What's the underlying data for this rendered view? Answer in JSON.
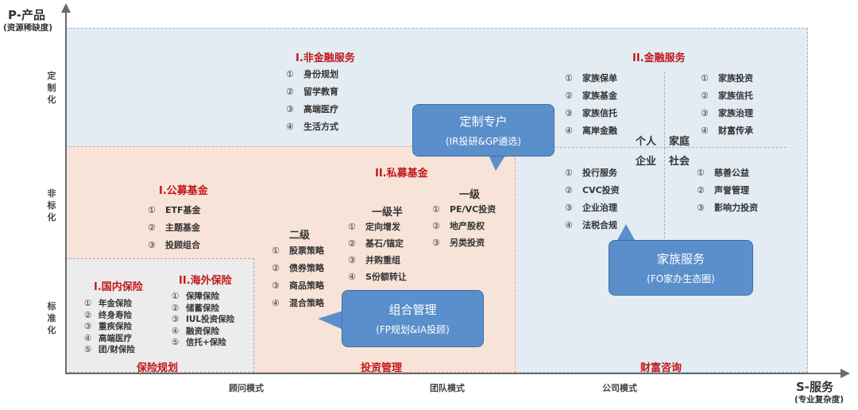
{
  "axes": {
    "y_title": "P-产品",
    "y_subtitle": "(资源稀缺度)",
    "x_title": "S-服务",
    "x_subtitle": "(专业复杂度)",
    "y_labels": [
      "定制化",
      "非标化",
      "标准化"
    ],
    "x_labels": [
      "顾问模式",
      "团队模式",
      "公司模式"
    ]
  },
  "non_financial": {
    "title": "I.非金融服务",
    "items": [
      {
        "n": "①",
        "t": "身份规划"
      },
      {
        "n": "②",
        "t": "留学教育"
      },
      {
        "n": "③",
        "t": "高端医疗"
      },
      {
        "n": "④",
        "t": "生活方式"
      }
    ]
  },
  "financial": {
    "title": "II.金融服务",
    "left_top": [
      {
        "n": "①",
        "t": "家族保单"
      },
      {
        "n": "②",
        "t": "家族基金"
      },
      {
        "n": "③",
        "t": "家族信托"
      },
      {
        "n": "④",
        "t": "离岸金融"
      }
    ],
    "right_top": [
      {
        "n": "①",
        "t": "家族投资"
      },
      {
        "n": "②",
        "t": "家族信托"
      },
      {
        "n": "③",
        "t": "家族治理"
      },
      {
        "n": "④",
        "t": "财富传承"
      }
    ],
    "left_bottom": [
      {
        "n": "①",
        "t": "投行服务"
      },
      {
        "n": "②",
        "t": "CVC投资"
      },
      {
        "n": "③",
        "t": "企业治理"
      },
      {
        "n": "④",
        "t": "法税合规"
      }
    ],
    "right_bottom": [
      {
        "n": "①",
        "t": "慈善公益"
      },
      {
        "n": "②",
        "t": "声誉管理"
      },
      {
        "n": "③",
        "t": "影响力投资"
      }
    ],
    "q_personal": "个人",
    "q_family": "家庭",
    "q_enterprise": "企业",
    "q_society": "社会"
  },
  "public_fund": {
    "title": "I.公募基金",
    "items": [
      {
        "n": "①",
        "t": "ETF基金"
      },
      {
        "n": "②",
        "t": "主题基金"
      },
      {
        "n": "③",
        "t": "投顾组合"
      }
    ]
  },
  "private_fund": {
    "title": "II.私募基金",
    "level2": {
      "title": "二级",
      "items": [
        {
          "n": "①",
          "t": "股票策略"
        },
        {
          "n": "②",
          "t": "债券策略"
        },
        {
          "n": "③",
          "t": "商品策略"
        },
        {
          "n": "④",
          "t": "混合策略"
        }
      ]
    },
    "level1_5": {
      "title": "一级半",
      "items": [
        {
          "n": "①",
          "t": "定向增发"
        },
        {
          "n": "②",
          "t": "基石/锚定"
        },
        {
          "n": "③",
          "t": "并购重组"
        },
        {
          "n": "④",
          "t": "S份额转让"
        }
      ]
    },
    "level1": {
      "title": "一级",
      "items": [
        {
          "n": "①",
          "t": "PE/VC投资"
        },
        {
          "n": "②",
          "t": "地产股权"
        },
        {
          "n": "③",
          "t": "另类投资"
        }
      ]
    }
  },
  "domestic_ins": {
    "title": "I.国内保险",
    "items": [
      {
        "n": "①",
        "t": "年金保险"
      },
      {
        "n": "②",
        "t": "终身寿险"
      },
      {
        "n": "③",
        "t": "重疾保险"
      },
      {
        "n": "④",
        "t": "高端医疗"
      },
      {
        "n": "⑤",
        "t": "团/财保险"
      }
    ]
  },
  "overseas_ins": {
    "title": "II.海外保险",
    "items": [
      {
        "n": "①",
        "t": "保障保险"
      },
      {
        "n": "②",
        "t": "储蓄保险"
      },
      {
        "n": "③",
        "t": "IUL投资保险"
      },
      {
        "n": "④",
        "t": "融资保险"
      },
      {
        "n": "⑤",
        "t": "信托+保险"
      }
    ]
  },
  "bubbles": {
    "custom": {
      "title": "定制专户",
      "sub": "(IR投研&GP遴选)"
    },
    "family": {
      "title": "家族服务",
      "sub": "(FO家办生态圈)"
    },
    "portfolio": {
      "title": "组合管理",
      "sub": "(FP规划&IA投顾)"
    }
  },
  "categories": {
    "insurance": "保险规划",
    "investment": "投资管理",
    "wealth": "财富咨询"
  },
  "colors": {
    "title_red": "#c0191b",
    "bubble_blue": "#5b8fcb",
    "region_blue": "#e3ebf3",
    "region_pink": "#f8e3d8",
    "region_gray": "#ececec"
  }
}
